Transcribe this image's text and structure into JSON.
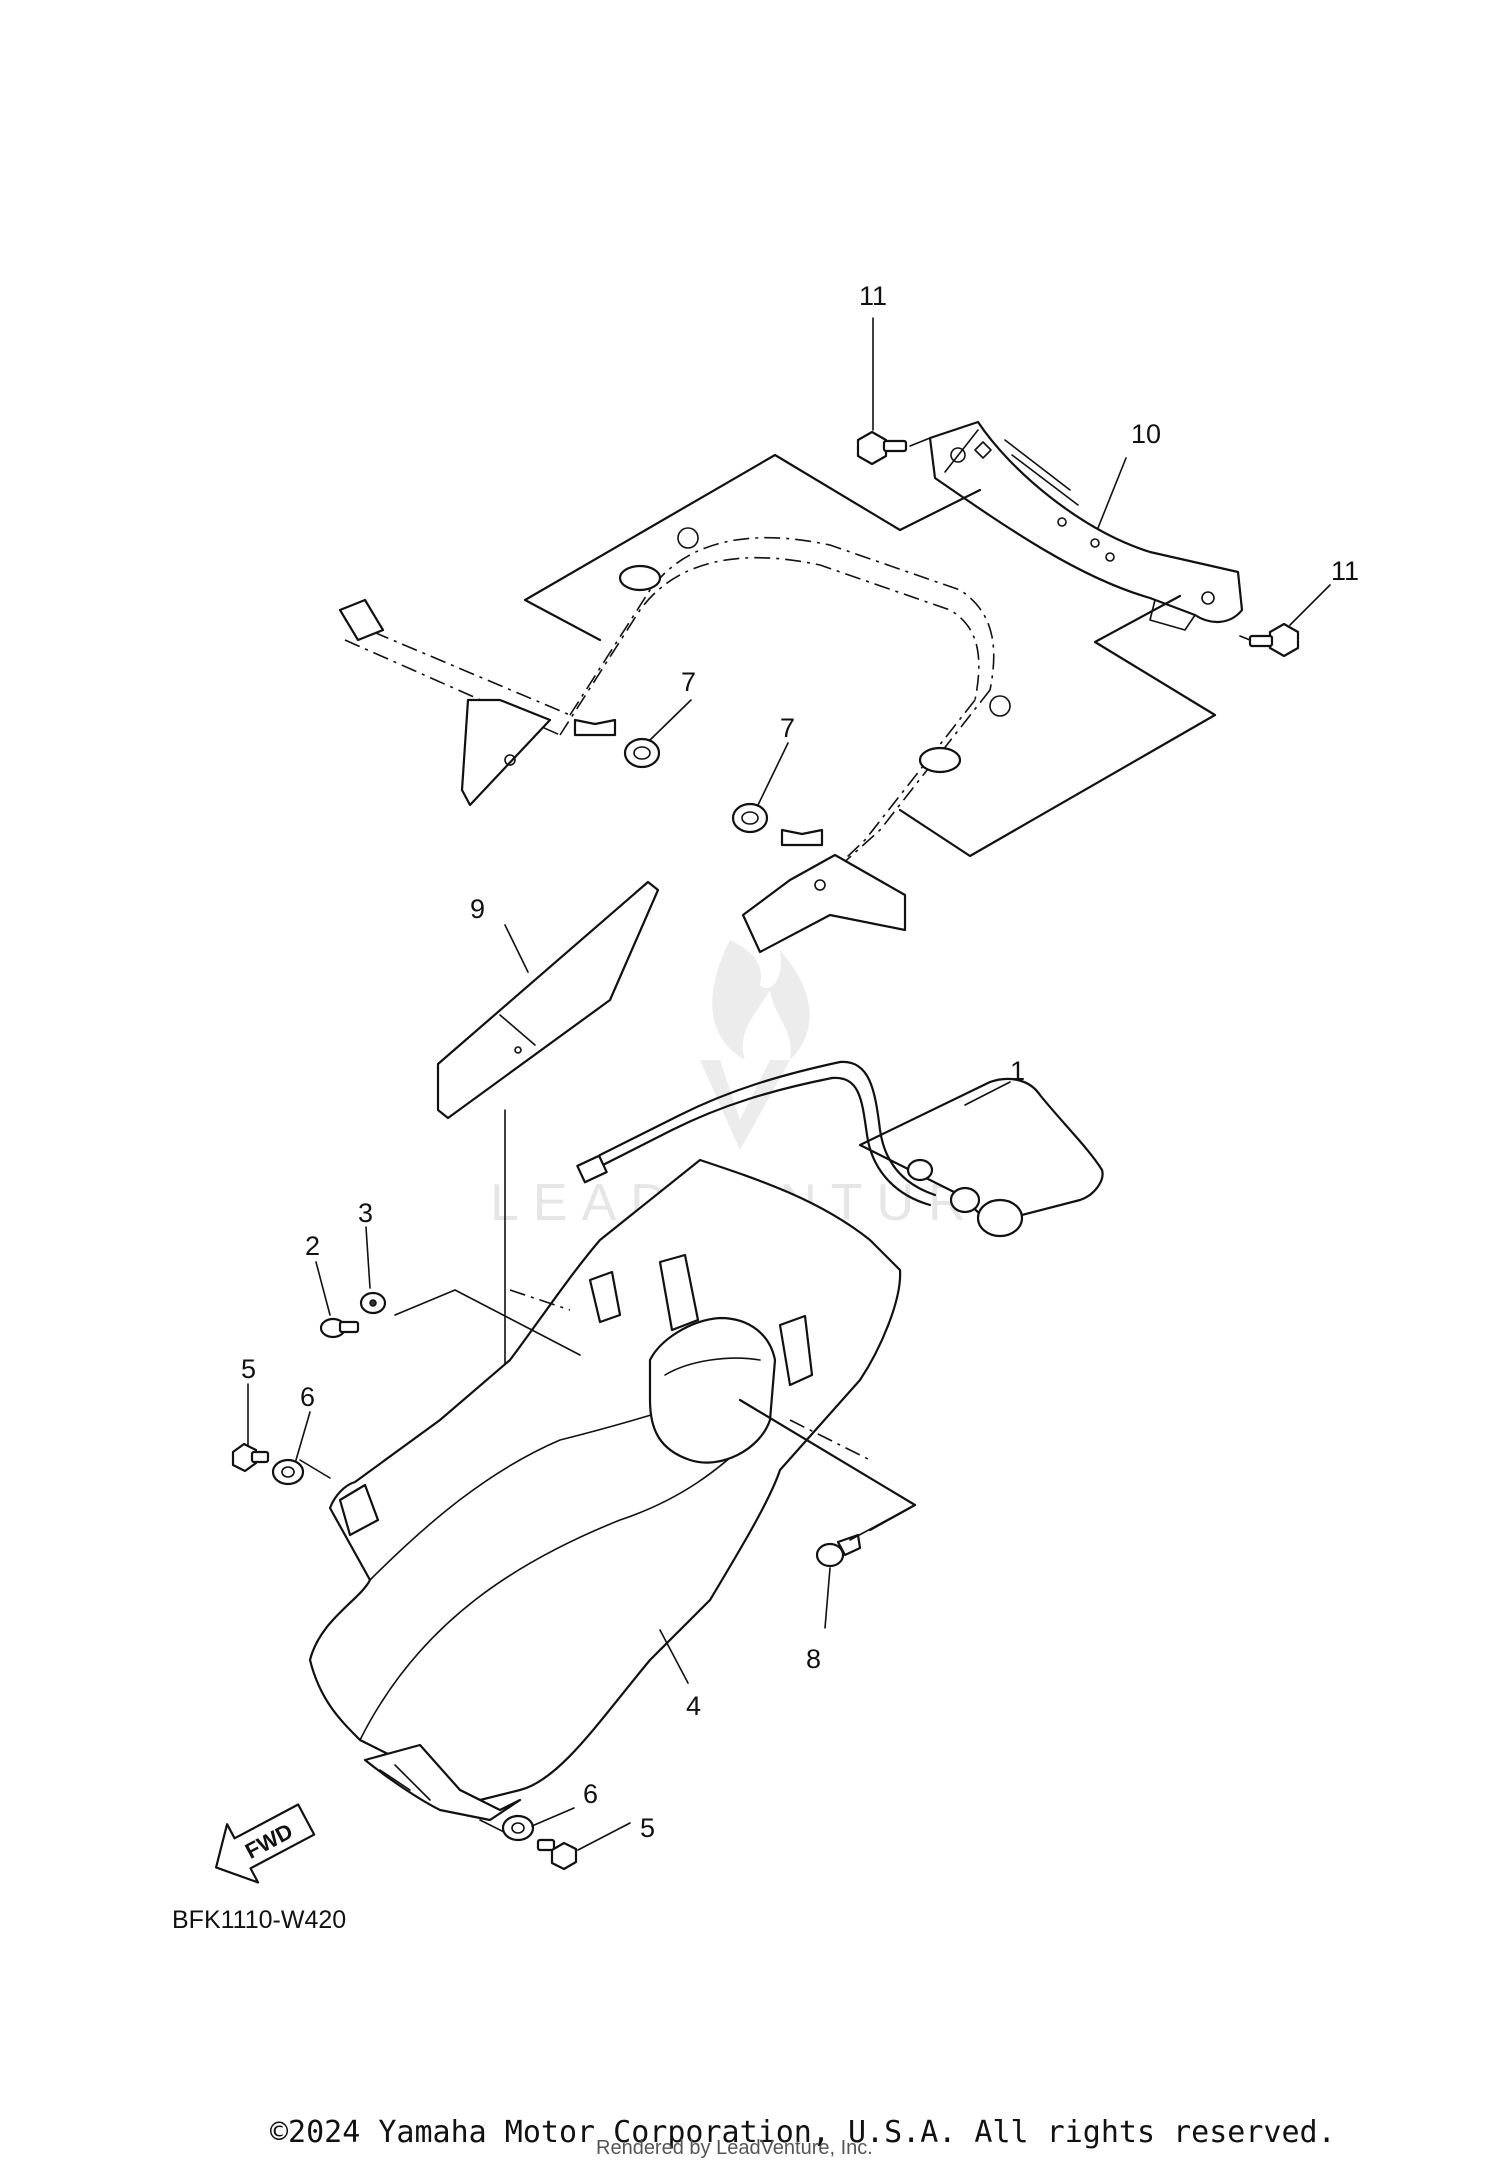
{
  "callouts": {
    "c1": "1",
    "c2": "2",
    "c3": "3",
    "c4": "4",
    "c5a": "5",
    "c5b": "5",
    "c6a": "6",
    "c6b": "6",
    "c7a": "7",
    "c7b": "7",
    "c8": "8",
    "c9": "9",
    "c10": "10",
    "c11a": "11",
    "c11b": "11"
  },
  "fwd_label": "FWD",
  "diagram_code": "BFK1110-W420",
  "watermark": "LEADVENTURE",
  "footer": {
    "copyright": "©2024 Yamaha Motor Corporation, U.S.A. All rights reserved.",
    "rendered_by": "Rendered by LeadVenture, Inc."
  }
}
